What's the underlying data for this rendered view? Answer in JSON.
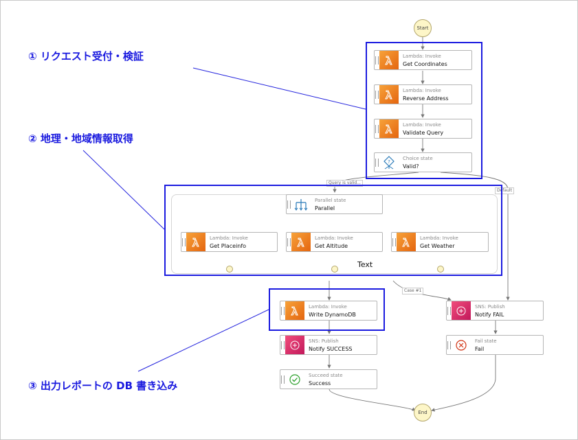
{
  "annotations": {
    "a1": "① リクエスト受付・検証",
    "a2": "② 地理・地域情報取得",
    "a3": "③ 出力レポートの DB 書き込み"
  },
  "terminals": {
    "start": "Start",
    "end": "End"
  },
  "edge_labels": {
    "valid": "Query is valid...",
    "default": "Default",
    "case1": "Case #1"
  },
  "text_label": "Text",
  "nodes": {
    "get_coordinates": {
      "kind": "Lambda: Invoke",
      "name": "Get Coordinates"
    },
    "reverse_address": {
      "kind": "Lambda: Invoke",
      "name": "Reverse Address"
    },
    "validate_query": {
      "kind": "Lambda: Invoke",
      "name": "Validate Query"
    },
    "valid_choice": {
      "kind": "Choice state",
      "name": "Valid?"
    },
    "parallel": {
      "kind": "Parallel state",
      "name": "Parallel"
    },
    "get_placeinfo": {
      "kind": "Lambda: Invoke",
      "name": "Get Placeinfo"
    },
    "get_altitude": {
      "kind": "Lambda: Invoke",
      "name": "Get Altitude"
    },
    "get_weather": {
      "kind": "Lambda: Invoke",
      "name": "Get Weather"
    },
    "write_dynamodb": {
      "kind": "Lambda: Invoke",
      "name": "Write DynamoDB"
    },
    "notify_success": {
      "kind": "SNS: Publish",
      "name": "Notify SUCCESS"
    },
    "success": {
      "kind": "Succeed state",
      "name": "Success"
    },
    "notify_fail": {
      "kind": "SNS: Publish",
      "name": "Notify FAIL"
    },
    "fail": {
      "kind": "Fail state",
      "name": "Fail"
    }
  },
  "colors": {
    "annotation": "#1a1adf",
    "lambda": "#ec7211",
    "sns": "#d81b60",
    "terminal": "#fdf6c8"
  }
}
